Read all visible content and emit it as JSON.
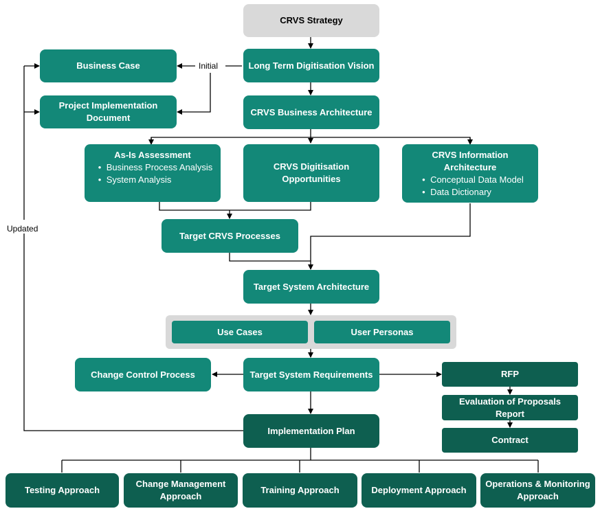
{
  "strategy": "CRVS Strategy",
  "vision": "Long Term Digitisation Vision",
  "business_arch": "CRVS Business Architecture",
  "business_case": "Business Case",
  "project_doc": "Project Implementation Document",
  "initial_label": "Initial",
  "updated_label": "Updated",
  "asis": {
    "title": "As-Is Assessment",
    "items": [
      "Business Process Analysis",
      "System Analysis"
    ]
  },
  "digitisation": "CRVS Digitisation Opportunities",
  "info_arch": {
    "title": "CRVS Information Architecture",
    "items": [
      "Conceptual Data Model",
      "Data Dictionary"
    ]
  },
  "target_processes": "Target CRVS Processes",
  "target_sys_arch": "Target System Architecture",
  "use_cases": "Use Cases",
  "user_personas": "User Personas",
  "change_control": "Change Control Process",
  "target_sys_req": "Target System Requirements",
  "rfp": "RFP",
  "evaluation": "Evaluation of Proposals Report",
  "contract": "Contract",
  "implementation_plan": "Implementation Plan",
  "approaches": [
    "Testing Approach",
    "Change Management Approach",
    "Training Approach",
    "Deployment Approach",
    "Operations & Monitoring Approach"
  ],
  "colors": {
    "teal": "#138878",
    "dark_teal": "#0e5f50",
    "gray": "#d9d9d9"
  }
}
